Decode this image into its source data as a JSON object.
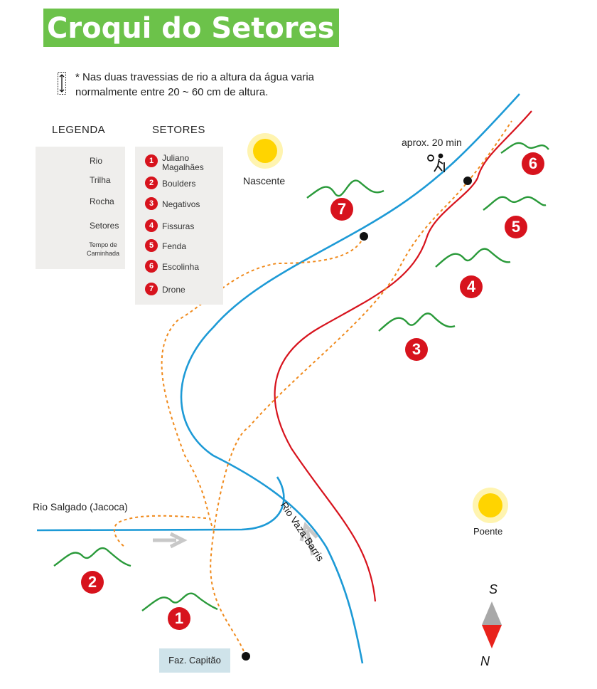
{
  "title": "Croqui do Setores",
  "note": {
    "line1": "* Nas duas travessias de rio a altura da água varia",
    "line2": "normalmente entre 20 ~ 60 cm de altura."
  },
  "legend": {
    "heading": "LEGENDA",
    "items": [
      {
        "label": "Rio",
        "color": "#1d9ad6",
        "icon": "river-line"
      },
      {
        "label": "Trilha",
        "color": "#f08a1c",
        "icon": "trail-dashed-line"
      },
      {
        "label": "Rocha",
        "color": "#d7131d",
        "icon": "rock-line"
      },
      {
        "label": "Setores",
        "color": "#2a9a3a",
        "icon": "sector-wave"
      },
      {
        "label": "Tempo de Caminhada",
        "icon": "hiker-clock-icon"
      }
    ]
  },
  "sectors_panel": {
    "heading": "SETORES",
    "items": [
      {
        "number": "1",
        "name": "Juliano Magalhães"
      },
      {
        "number": "2",
        "name": "Boulders"
      },
      {
        "number": "3",
        "name": "Negativos"
      },
      {
        "number": "4",
        "name": "Fissuras"
      },
      {
        "number": "5",
        "name": "Fenda"
      },
      {
        "number": "6",
        "name": "Escolinha"
      },
      {
        "number": "7",
        "name": "Drone"
      }
    ]
  },
  "map": {
    "sunrise_label": "Nascente",
    "sunset_label": "Poente",
    "walk_time": "aprox. 20 min",
    "river_salgado": "Rio Salgado (Jacoca)",
    "river_vaza": "Rio Vaza-Barris",
    "start_point": "Faz. Capitão",
    "markers": [
      "1",
      "2",
      "3",
      "4",
      "5",
      "6",
      "7"
    ],
    "compass_top": "S",
    "compass_bottom": "N"
  },
  "colors": {
    "title_bg": "#6cc24a",
    "river": "#1d9ad6",
    "trail": "#f08a1c",
    "rock": "#d7131d",
    "sector": "#2a9a3a",
    "sun": "#ffd400"
  }
}
